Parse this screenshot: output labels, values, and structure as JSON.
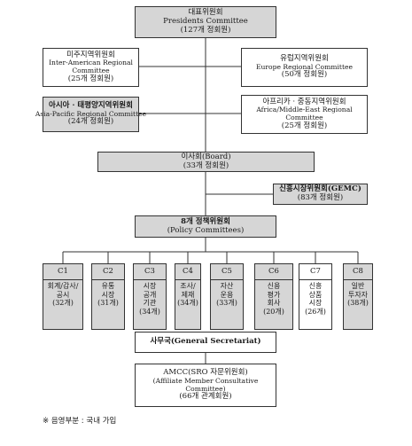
{
  "presidents": {
    "kr": "대표위원회",
    "en": "Presidents Committee",
    "count": "(127개 정회원)"
  },
  "inter_american": {
    "kr": "미주지역위원회",
    "en1": "Inter-American Regional",
    "en2": "Committee",
    "count": "(25개 정회원)"
  },
  "europe": {
    "kr": "유럽지역위원회",
    "en": "Europe Regional Committee",
    "count": "(50개 정회원)"
  },
  "asia_pacific": {
    "kr": "아시아 · 태평양지역위원회",
    "en": "Asia-Pacific Regional Committee",
    "count": "(24개 정회원)"
  },
  "africa": {
    "kr": "아프리카 · 중동지역위원회",
    "en1": "Africa/Middle-East Regional",
    "en2": "Committee",
    "count": "(25개 정회원)"
  },
  "board": {
    "kr": "이사회(Board)",
    "count": "(33개 정회원)"
  },
  "gemc": {
    "kr": "신흥시장위원회(GEMC)",
    "count": "(83개 정회원)"
  },
  "policy": {
    "kr": "8개 정책위원회",
    "en": "(Policy Committees)"
  },
  "committees": [
    {
      "code": "C1",
      "lines": [
        "회계/감사/",
        "공시"
      ],
      "count": "(32개)"
    },
    {
      "code": "C2",
      "lines": [
        "유통",
        "시장"
      ],
      "count": "(31개)"
    },
    {
      "code": "C3",
      "lines": [
        "시장",
        "공개",
        "기관"
      ],
      "count": "(34개)"
    },
    {
      "code": "C4",
      "lines": [
        "조사/",
        "제재"
      ],
      "count": "(34개)"
    },
    {
      "code": "C5",
      "lines": [
        "자산",
        "운용"
      ],
      "count": "(33개)"
    },
    {
      "code": "C6",
      "lines": [
        "신용",
        "평가",
        "회사"
      ],
      "count": "(20개)"
    },
    {
      "code": "C7",
      "lines": [
        "신흥",
        "상품",
        "시장"
      ],
      "count": "(26개)"
    },
    {
      "code": "C8",
      "lines": [
        "일반",
        "투자자"
      ],
      "count": "(38개)"
    }
  ],
  "secretariat": {
    "kr": "사무국(General Secretariat)"
  },
  "amcc": {
    "kr": "AMCC(SRO 자문위원회)",
    "en1": "(Affiliate Member Consultative",
    "en2": "Committee)",
    "count": "(66개 관계회원)"
  },
  "footnote": "※ 음영부분 : 국내 가입",
  "colors": {
    "shade": "#d6d6d6",
    "line": "#333333"
  }
}
